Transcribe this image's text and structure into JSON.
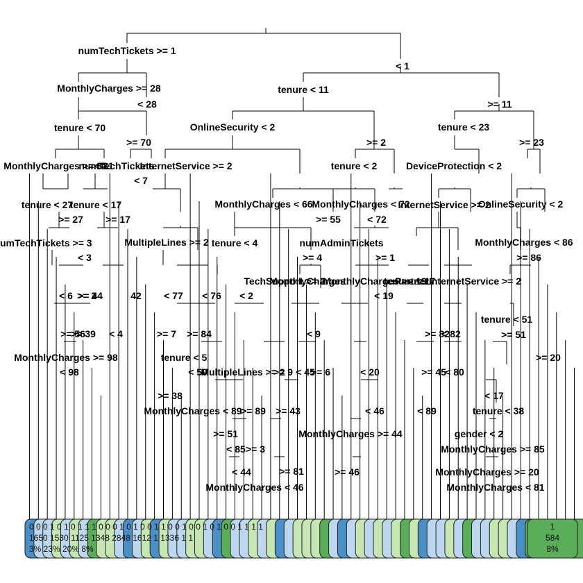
{
  "diagram": {
    "type": "decision-tree",
    "colors": {
      "class0_strong": "#4a90c6",
      "class0_light": "#bcd7ee",
      "class1_strong": "#5aae5a",
      "class1_light": "#c6e6b4",
      "edge": "#000000"
    },
    "visible_split_labels": [
      "numTechTickets >= 1",
      "< 1",
      "MonthlyCharges >= 28",
      "< 28",
      "tenure < 11",
      ">= 11",
      "tenure < 70",
      ">= 70",
      "OnlineSecurity < 2",
      ">= 2",
      "tenure < 23",
      ">= 23",
      "MonthlyCharges >= 81",
      "< 81",
      "numTechTickets",
      "InternetService >= 2",
      "< 7",
      "tenure < 2",
      "DeviceProtection < 2",
      "tenure < 27",
      ">= 27",
      "tenure < 17",
      ">= 17",
      "MonthlyCharges < 66",
      "MonthlyCharges < 72",
      "< 72",
      "InternetService >= 2",
      "OnlineSecurity < 2",
      "numTechTickets >= 3",
      "< 3",
      "MultipleLines >= 2",
      "MonthlyCharges < 86",
      ">= 86",
      "tenure < 4",
      ">= 4",
      ">= 55",
      "numAdminTickets",
      ">= 1",
      "MonthlyCharges >= 19",
      "< 19",
      "tenure < 17",
      "PartnerInternetService >= 2",
      "< 6",
      "< 77",
      "< 76",
      ">= 2",
      ">= 44",
      "42",
      "TechSupport >= 2",
      "MonthlyCharges",
      "tenure < 51",
      ">= 51",
      "< 2",
      ">= 56",
      ">= 39",
      "< 4",
      "< 9",
      ">= 84",
      "MonthlyCharges >= 98",
      "< 98",
      ">= 7",
      ">= 82",
      "< 82",
      "tenure < 5",
      ">= 6",
      "< 20",
      ">= 20",
      "MultipleLines >= 2",
      "< 50",
      ">= 9",
      "< 45",
      ">= 45",
      "< 80",
      "< 17",
      "tenure < 38",
      ">= 38",
      "MonthlyCharges < 89",
      "< 89",
      ">= 89",
      ">= 43",
      "< 46",
      ">= 51",
      "MonthlyCharges >= 44",
      "gender < 2",
      "MonthlyCharges >= 85",
      "< 85",
      ">= 3",
      "< 44",
      "MonthlyCharges < 46",
      ">= 46",
      "MonthlyCharges >= 20",
      "MonthlyCharges < 81",
      ">= 81"
    ],
    "leaf_summary": {
      "class_row_visible": "0 0 0 1 0 1 0 1 1 1 0 0 0 1 0 1 0 0 1 1 0 0 1 0 0 1 0 1 0 0 1 1 1 1",
      "count_row_visible": "1650 1530 1125 1348 2848 1612 1 1336 1 1",
      "percent_row_visible": "3%  23%  20%  8%",
      "rightmost_leaf": {
        "class": "1",
        "count": "584",
        "percent": "8%"
      }
    }
  }
}
